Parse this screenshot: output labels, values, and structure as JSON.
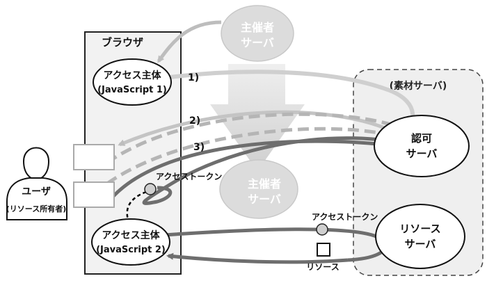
{
  "browser": {
    "label": "ブラウザ"
  },
  "host_server_top": {
    "line1": "主催者",
    "line2": "サーバ"
  },
  "host_server_mid": {
    "line1": "主催者",
    "line2": "サーバ"
  },
  "actor1": {
    "line1": "アクセス主体",
    "line2": "(JavaScript 1)"
  },
  "actor2": {
    "line1": "アクセス主体",
    "line2": "(JavaScript 2)"
  },
  "material_group": {
    "label": "(素材サーバ)"
  },
  "auth_server": {
    "line1": "認可",
    "line2": "サーバ"
  },
  "resource_server": {
    "line1": "リソース",
    "line2": "サーバ"
  },
  "user": {
    "line1": "ユーザ",
    "line2": "(リソース所有者)"
  },
  "steps": {
    "s1": "1)",
    "s2": "2)",
    "s3": "3)"
  },
  "token_label_1": "アクセストークン",
  "token_label_2": "アクセストークン",
  "resource_label": "リソース",
  "colors": {
    "dark": "#6e6e6e",
    "light": "#bdbdbd",
    "dashed_light": "#b5b5b5",
    "host_fill": "#dcdcdc",
    "group_fill": "#efefef",
    "browser_fill": "#f2f2f2"
  }
}
